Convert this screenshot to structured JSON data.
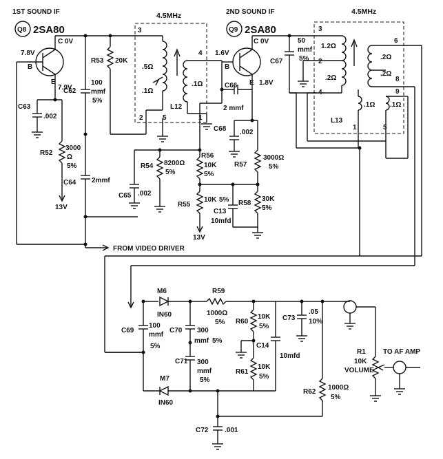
{
  "stage1": {
    "title": "1ST SOUND IF",
    "ref": "Q8",
    "part": "2SA80",
    "c_v": "0V",
    "b_v": "7.8V",
    "e_v": "7.9V",
    "c": "C",
    "b": "B",
    "e": "E"
  },
  "stage2": {
    "title": "2ND SOUND IF",
    "ref": "Q9",
    "part": "2SA80",
    "b_v": "1.6V",
    "c_v": "0V",
    "e_v": "1.8V",
    "c": "C",
    "b": "B",
    "e": "E"
  },
  "l12": {
    "freq": "4.5MHz",
    "name": "L12",
    "w1": ".5Ω",
    "w2": ".1Ω",
    "w3": ".1Ω",
    "p3": "3",
    "p4": "4",
    "p2": "2",
    "p5": "5",
    "p1": "1"
  },
  "l13": {
    "freq": "4.5MHz",
    "name": "L13",
    "w_a": "1.2Ω",
    "w_b": ".2Ω",
    "w_c": ".2Ω",
    "w_d": ".2Ω",
    "w_e": ".1Ω",
    "w_f": ".1Ω",
    "p3": "3",
    "p2": "2",
    "p4": "4",
    "p6": "6",
    "p8": "8",
    "p9": "9",
    "p1": "1",
    "p5": "5"
  },
  "parts": {
    "r53": "R53",
    "r53v": "20K",
    "c62": "C62",
    "c62v1": "100",
    "c62v2": "mmf",
    "c62v3": "5%",
    "c63": "C63",
    "c63v": ".002",
    "r52": "R52",
    "r52v1": "3000",
    "r52v2": "Ω",
    "r52v3": "5%",
    "c64": "C64",
    "c64v": "2mmf",
    "v13a": "13V",
    "c66": "C66",
    "c66v": "2 mmf",
    "c67": "C67",
    "c67v1": "50",
    "c67v2": "mmf",
    "c67v3": "5%",
    "c68": "C68",
    "c68v": ".002",
    "r54": "R54",
    "r54v1": "8200Ω",
    "r54v2": "5%",
    "r56": "R56",
    "r56v1": "10K",
    "r56v2": "5%",
    "r57": "R57",
    "r57v1": "3000Ω",
    "r57v2": "5%",
    "c65": "C65",
    "c65v": ".002",
    "r55": "R55",
    "r55v1": "10K",
    "r55v2": "5%",
    "c13": "C13",
    "c13v": "10mfd",
    "r58": "R58",
    "r58v1": "30K",
    "r58v2": "5%",
    "v13b": "13V",
    "from_video": "FROM VIDEO DRIVER",
    "m6": "M6",
    "m6v": "IN60",
    "m7": "M7",
    "m7v": "IN60",
    "r59": "R59",
    "r59v1": "1000Ω",
    "r59v2": "5%",
    "c69": "C69",
    "c69v1": "100",
    "c69v2": "mmf",
    "c69v3": "5%",
    "c70": "C70",
    "c70v1": "300",
    "c70v2": "mmf",
    "c70v3": "5%",
    "c71": "C71",
    "c71v1": "300",
    "c71v2": "mmf",
    "c71v3": "5%",
    "r60": "R60",
    "r60v1": "10K",
    "r60v2": "5%",
    "r61": "R61",
    "r61v1": "10K",
    "r61v2": "5%",
    "c14": "C14",
    "c14v": "10mfd",
    "c73": "C73",
    "c73v1": ".05",
    "c73v2": "10%",
    "r62": "R62",
    "r62v1": "1000Ω",
    "r62v2": "5%",
    "r1": "R1",
    "r1v1": "10K",
    "r1v2": "VOLUME",
    "af": "TO AF AMP",
    "c72": "C72",
    "c72v": ".001"
  }
}
